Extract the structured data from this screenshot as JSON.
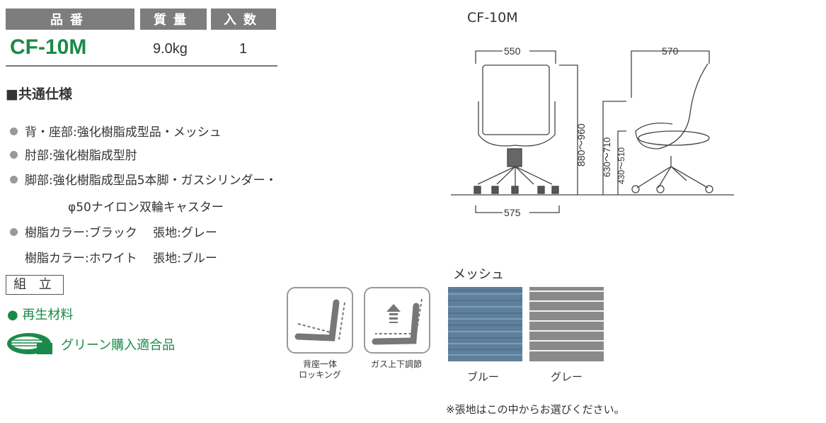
{
  "spec_table": {
    "headers": [
      "品番",
      "質量",
      "入数"
    ],
    "model": "CF-10M",
    "weight": "9.0kg",
    "quantity": "1"
  },
  "common_spec": {
    "title": "■共通仕様",
    "items": [
      "背・座部:強化樹脂成型品・メッシュ",
      "肘部:強化樹脂成型肘",
      "脚部:強化樹脂成型品5本脚・ガスシリンダー・",
      "φ50ナイロン双輪キャスター",
      "樹脂カラー:ブラック　 張地:グレー",
      "樹脂カラー:ホワイト　 張地:ブルー"
    ]
  },
  "assembly_label": "組 立",
  "recycled": "● 再生材料",
  "green_purchase": "グリーン購入適合品",
  "features": [
    {
      "label_line1": "背座一体",
      "label_line2": "ロッキング"
    },
    {
      "label_line1": "ガス上下調節"
    }
  ],
  "diagram": {
    "title": "CF-10M",
    "width_front": "550",
    "base_width": "575",
    "depth_side": "570",
    "height_total": "880～960",
    "arm_height": "630～710",
    "seat_height": "430～510"
  },
  "fabric": {
    "title": "メッシュ",
    "swatches": [
      {
        "name": "ブルー",
        "color": "#5f7f9a"
      },
      {
        "name": "グレー",
        "color": "#9a9a9a"
      }
    ],
    "note": "※張地はこの中からお選びください。"
  },
  "colors": {
    "green": "#1a8a4a",
    "header_gray": "#7d7d7d"
  }
}
